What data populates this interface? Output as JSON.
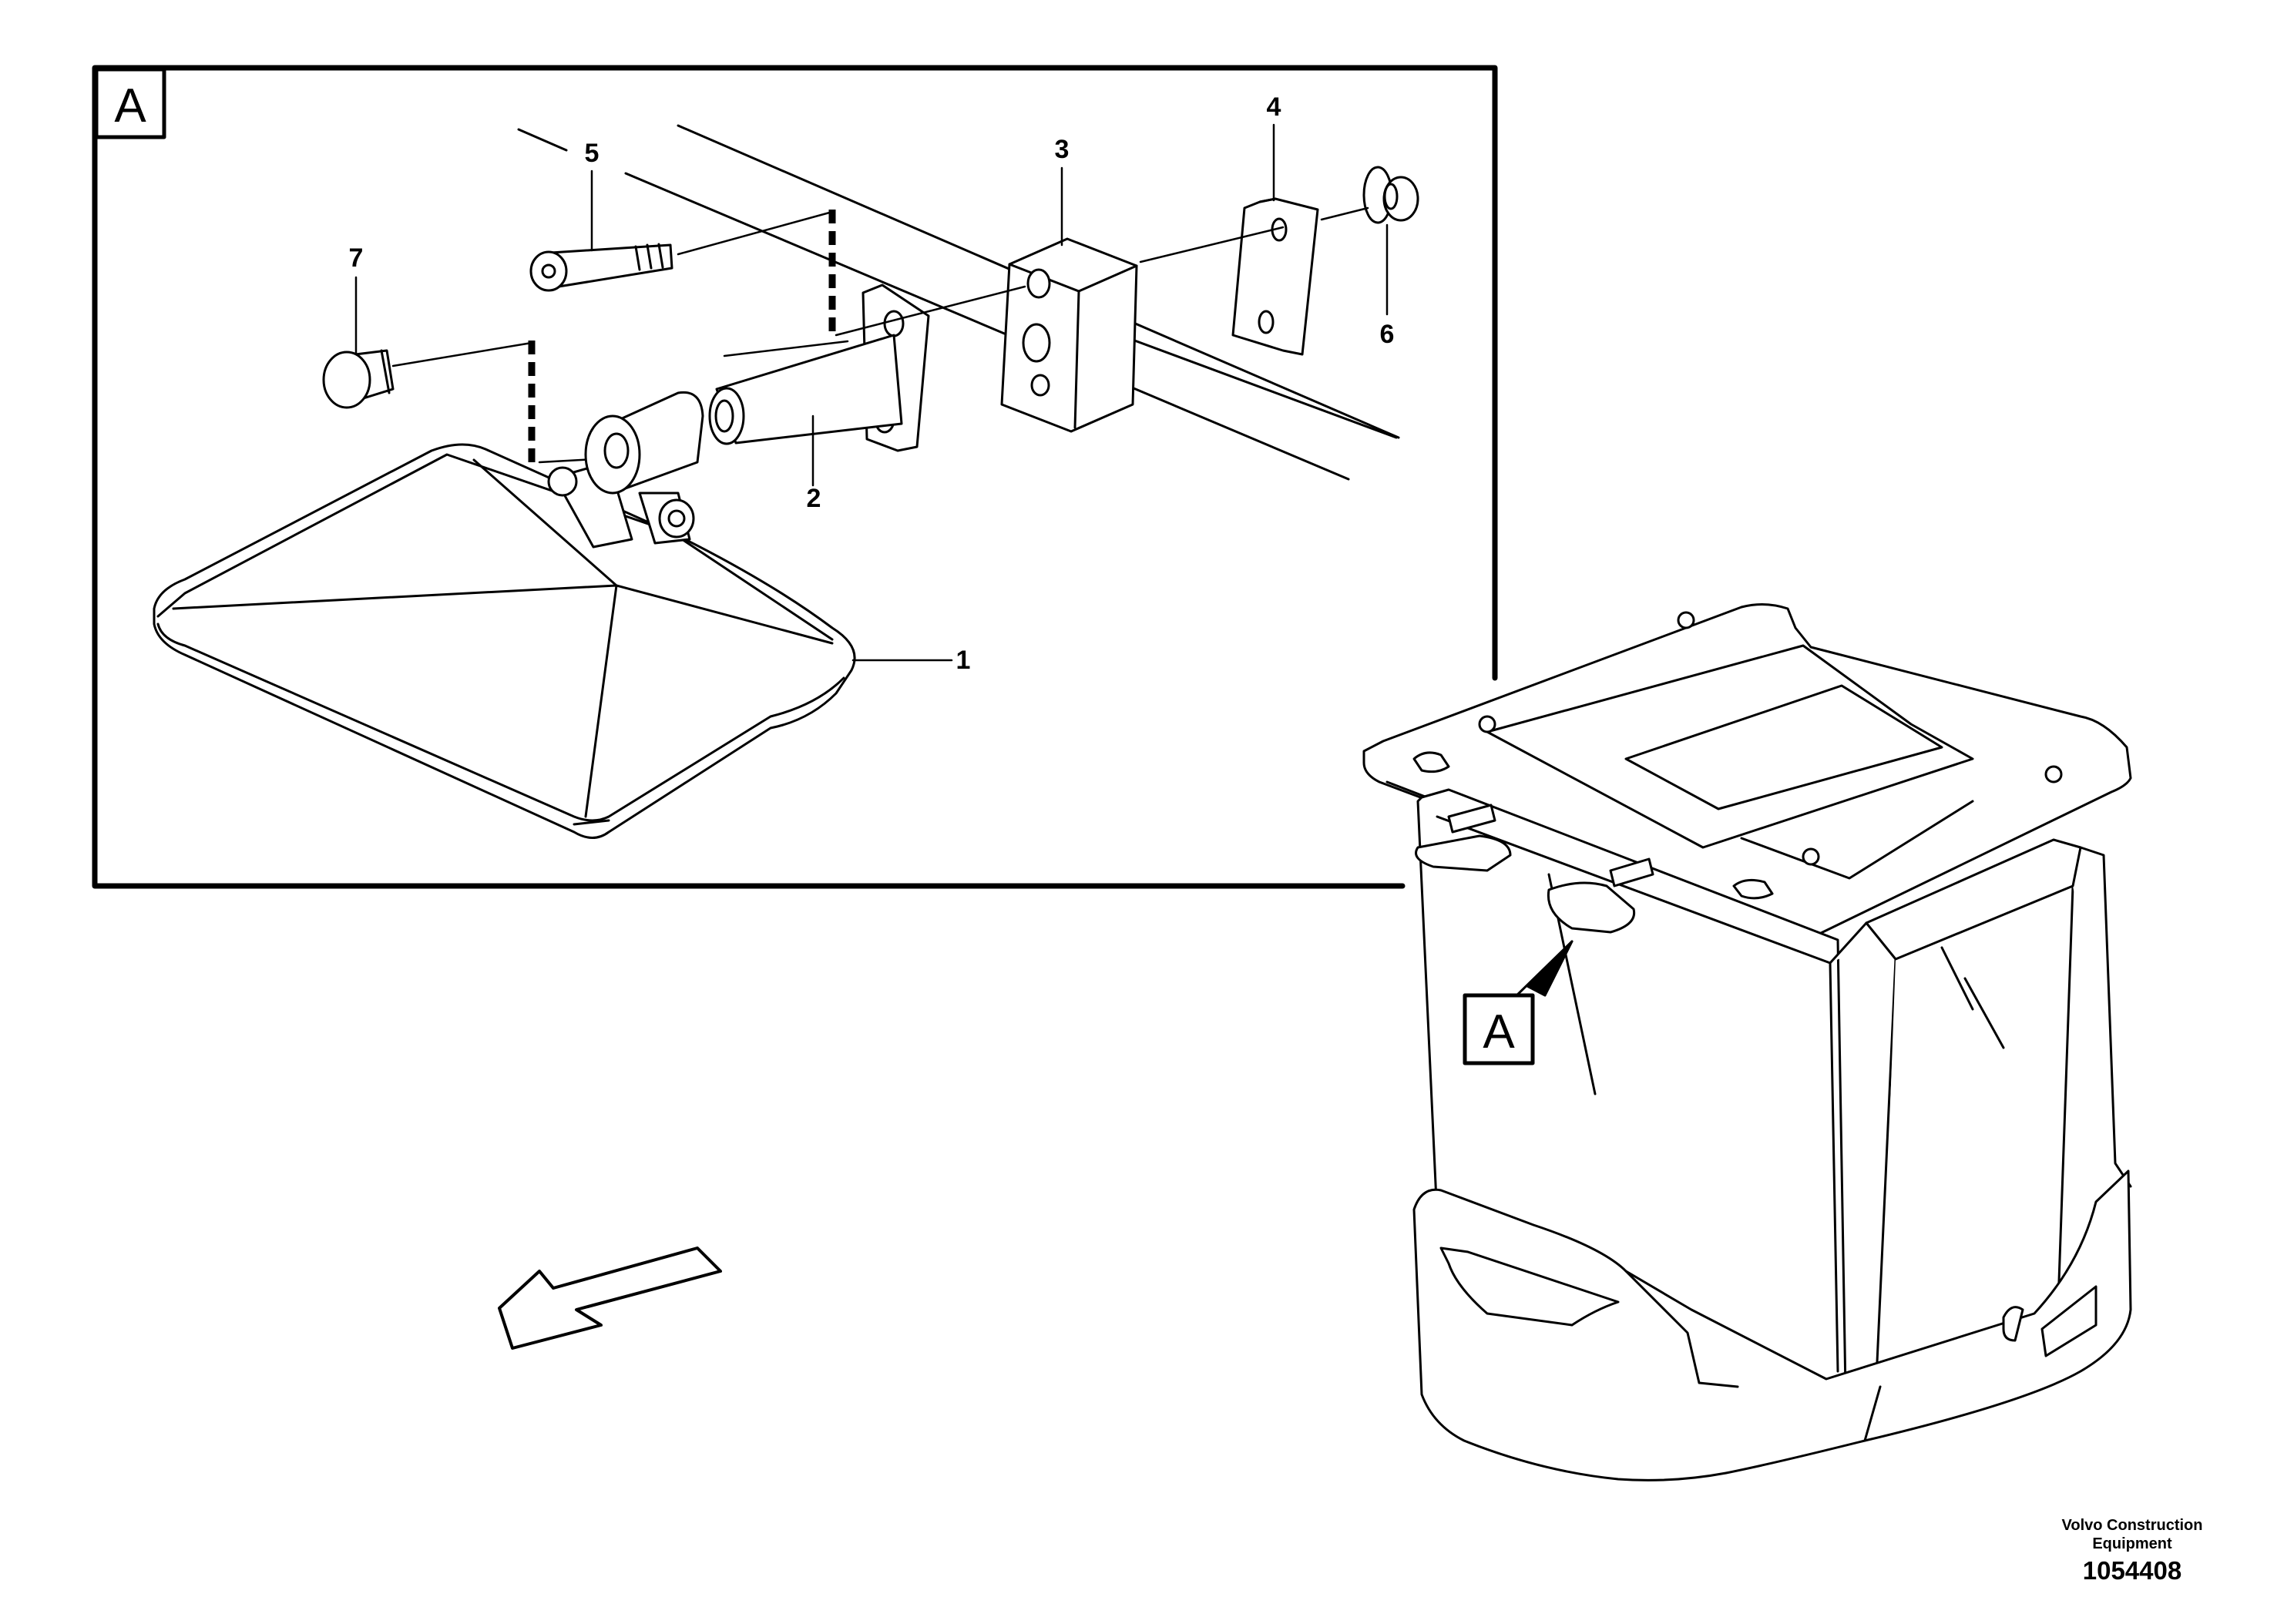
{
  "detail_frame": {
    "label": "A"
  },
  "cab_view": {
    "detail_label": "A"
  },
  "parts": [
    {
      "number": "1"
    },
    {
      "number": "2"
    },
    {
      "number": "3"
    },
    {
      "number": "4"
    },
    {
      "number": "5"
    },
    {
      "number": "6"
    },
    {
      "number": "7"
    }
  ],
  "footer": {
    "company": "Volvo Construction\nEquipment",
    "drawing_number": "1054408"
  }
}
